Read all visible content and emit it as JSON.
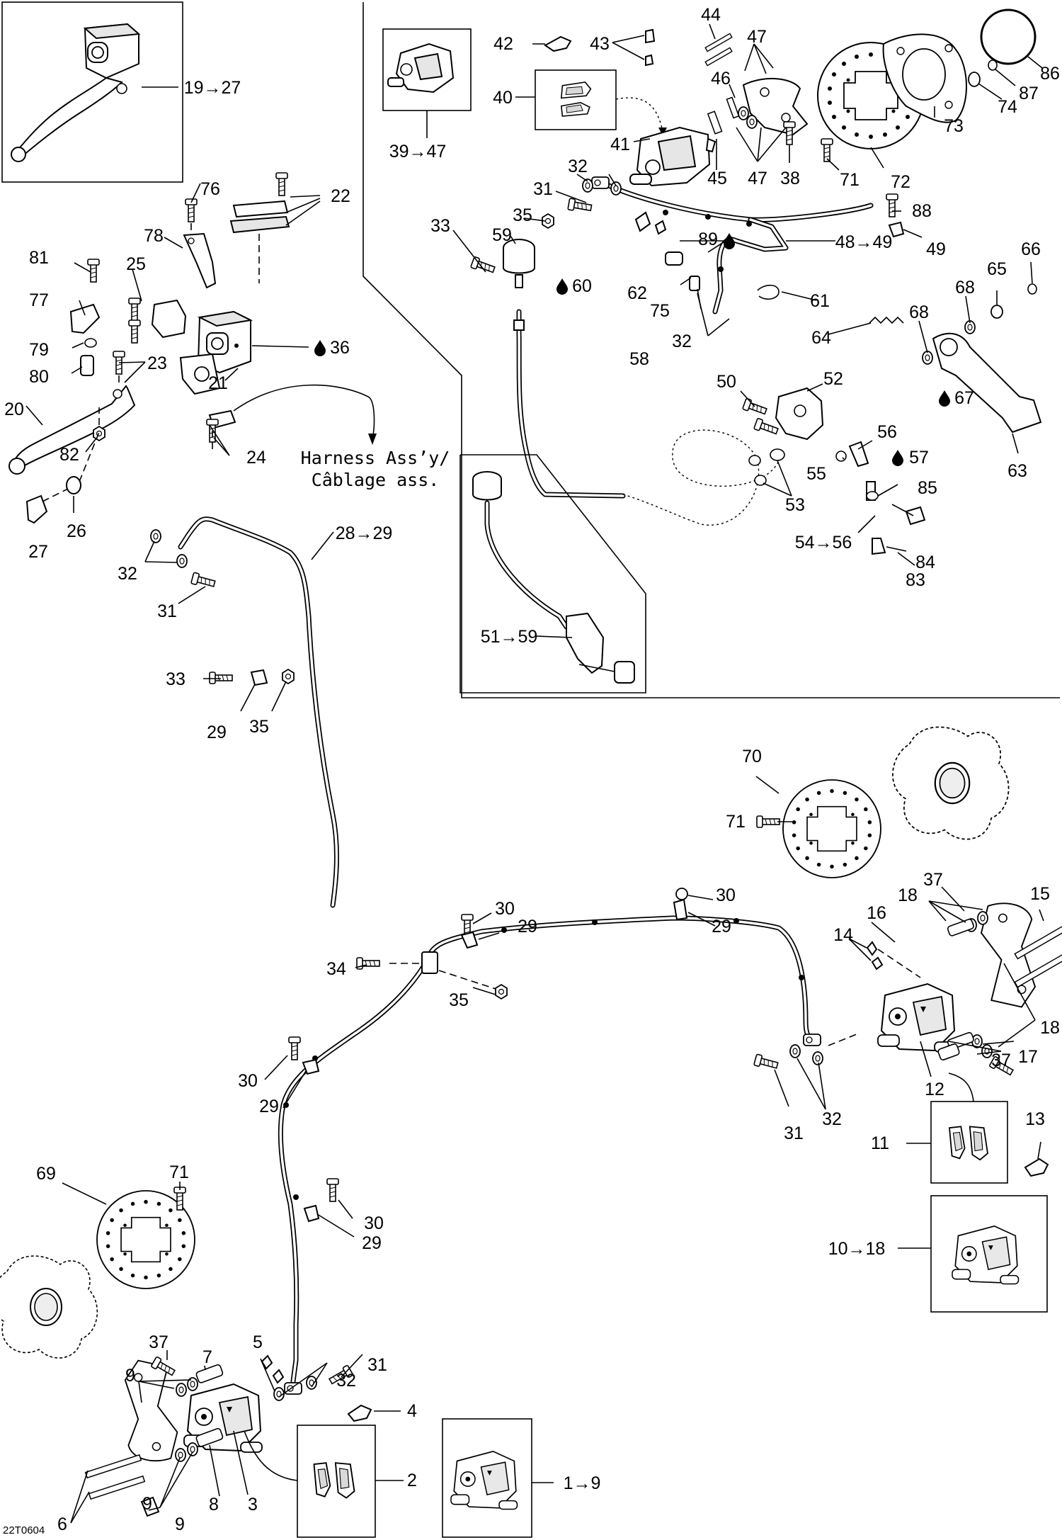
{
  "diagram": {
    "drawing_code": "22T0604",
    "harness_note": [
      "Harness Ass’y/",
      "Câblage ass."
    ],
    "labels": {
      "l1_9": "1→9",
      "l2": "2",
      "l3": "3",
      "l4": "4",
      "l5": "5",
      "l6": "6",
      "l7": "7",
      "l8": "8",
      "l9a": "9",
      "l9b": "9",
      "l9c": "9",
      "l10_18": "10→18",
      "l11": "11",
      "l12": "12",
      "l13": "13",
      "l14": "14",
      "l15": "15",
      "l16": "16",
      "l17": "17",
      "l18a": "18",
      "l18b": "18",
      "l19_27": "19→27",
      "l20": "20",
      "l21": "21",
      "l22": "22",
      "l23": "23",
      "l24": "24",
      "l25": "25",
      "l26": "26",
      "l27": "27",
      "l28_29": "28→29",
      "l29a": "29",
      "l29b": "29",
      "l29c": "29",
      "l29d": "29",
      "l29e": "29",
      "l30a": "30",
      "l30b": "30",
      "l30c": "30",
      "l30d": "30",
      "l31a": "31",
      "l31b": "31",
      "l31c": "31",
      "l31d": "31",
      "l32a": "32",
      "l32b": "32",
      "l32c": "32",
      "l32d": "32",
      "l32e": "32",
      "l33a": "33",
      "l33b": "33",
      "l34": "34",
      "l35a": "35",
      "l35b": "35",
      "l35c": "35",
      "l36": "36",
      "l37a": "37",
      "l37b": "37",
      "l37c": "37",
      "l38": "38",
      "l39_47": "39→47",
      "l40": "40",
      "l41": "41",
      "l42": "42",
      "l43": "43",
      "l44": "44",
      "l45": "45",
      "l46": "46",
      "l47a": "47",
      "l47b": "47",
      "l48_49": "48→49",
      "l49": "49",
      "l50": "50",
      "l51_59": "51→59",
      "l52": "52",
      "l53": "53",
      "l54_56": "54→56",
      "l55": "55",
      "l56": "56",
      "l57": "57",
      "l58": "58",
      "l59": "59",
      "l60": "60",
      "l61": "61",
      "l62": "62",
      "l63": "63",
      "l64": "64",
      "l65": "65",
      "l66": "66",
      "l67": "67",
      "l68a": "68",
      "l68b": "68",
      "l69": "69",
      "l70": "70",
      "l71a": "71",
      "l71b": "71",
      "l71c": "71",
      "l72": "72",
      "l73": "73",
      "l74": "74",
      "l75": "75",
      "l76": "76",
      "l77": "77",
      "l78": "78",
      "l79": "79",
      "l80": "80",
      "l81": "81",
      "l82": "82",
      "l83": "83",
      "l84": "84",
      "l85": "85",
      "l86": "86",
      "l87": "87",
      "l88": "88",
      "l89": "89"
    },
    "lubricant_marker": "drop-icon"
  }
}
